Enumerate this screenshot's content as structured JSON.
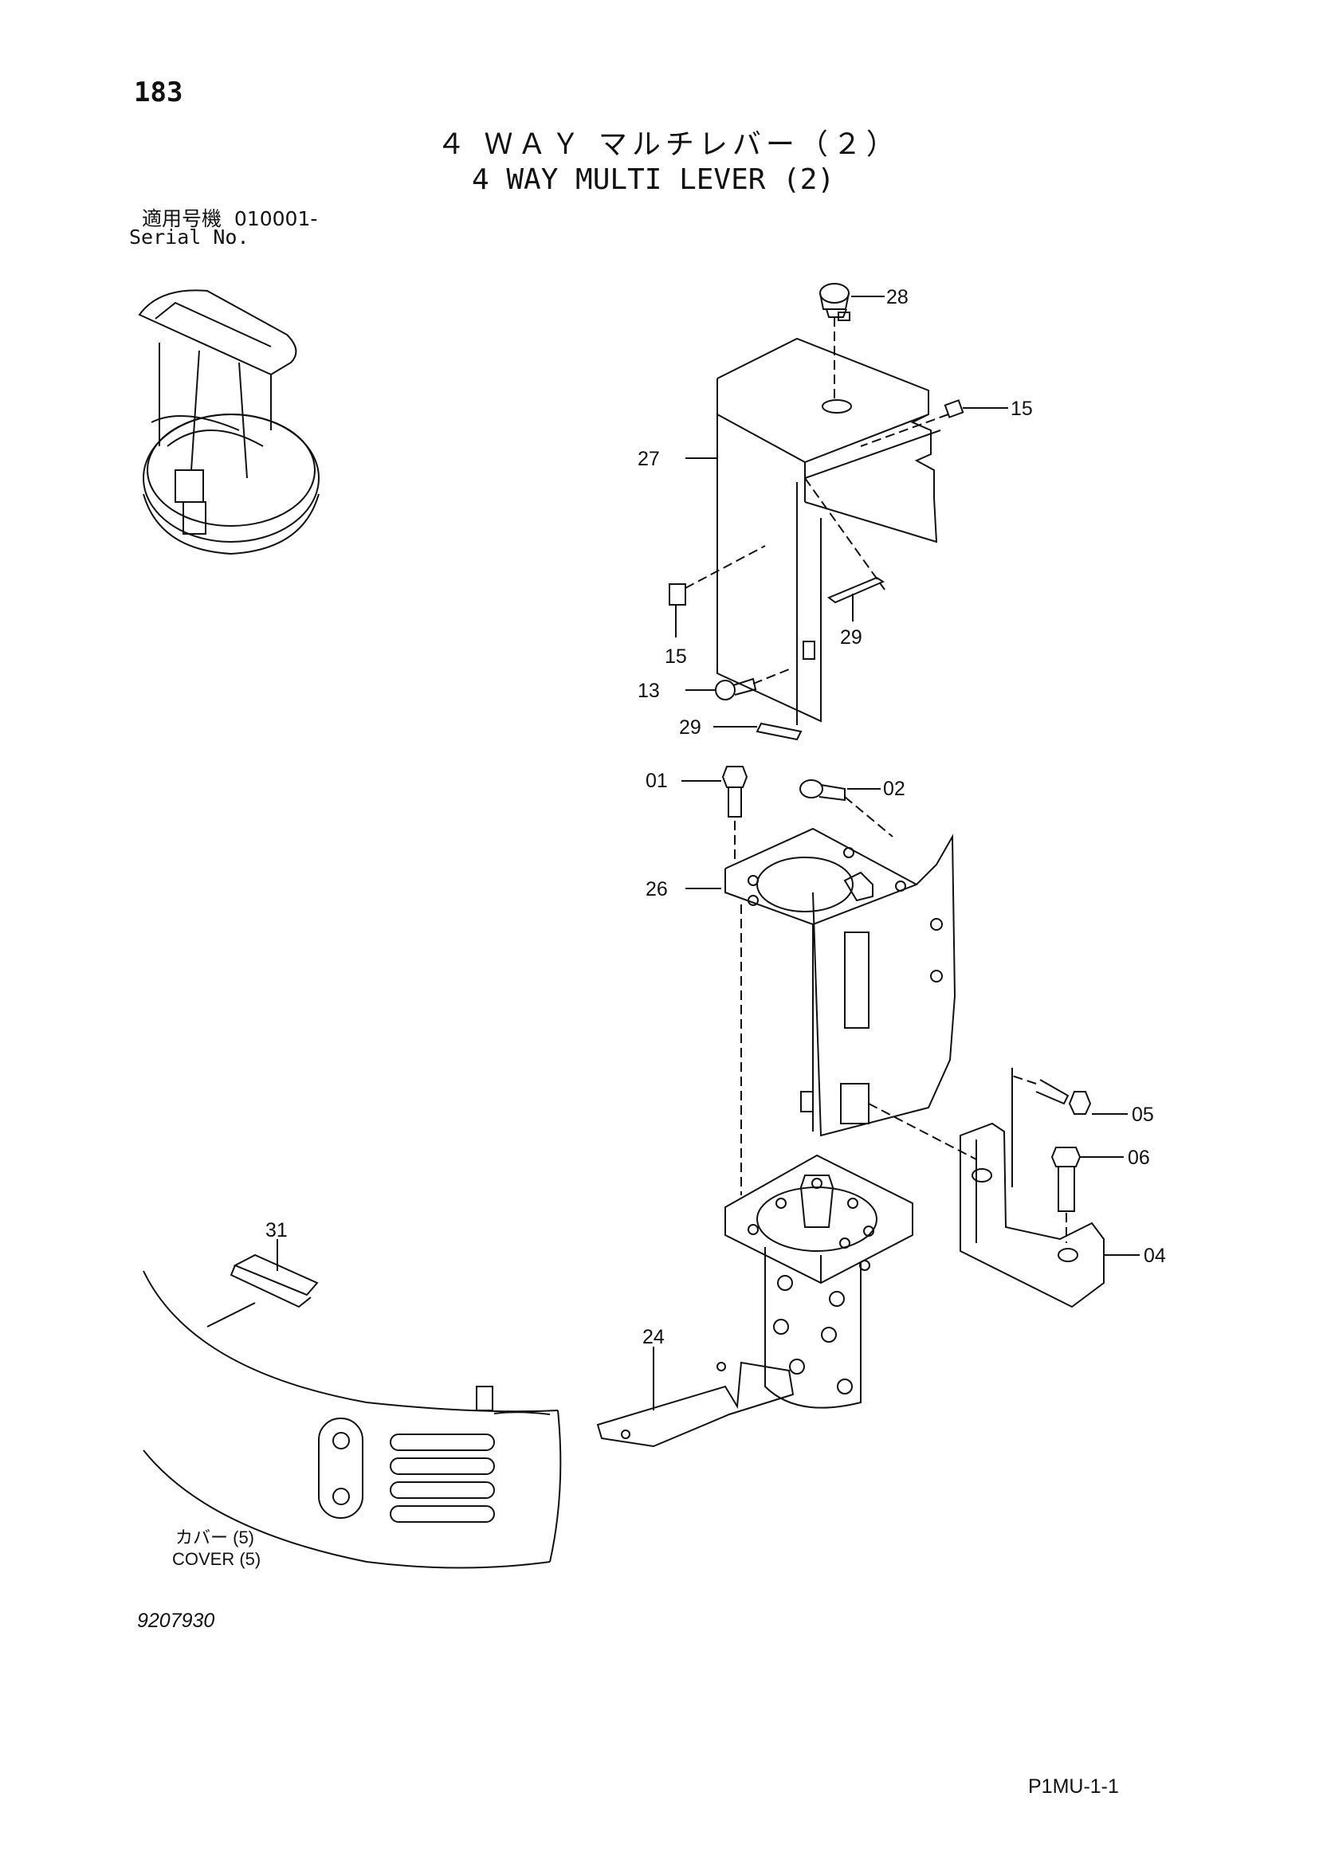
{
  "header": {
    "page_number": "183",
    "title_jp": "４ ＷＡＹ マルチレバー（２）",
    "title_en": "4 WAY MULTI LEVER (2)",
    "serial_label_jp": "適用号機",
    "serial_value": "010001-",
    "serial_label_en": "Serial No."
  },
  "parts": [
    {
      "id": "p28",
      "label": "28"
    },
    {
      "id": "p15a",
      "label": "15"
    },
    {
      "id": "p27",
      "label": "27"
    },
    {
      "id": "p29a",
      "label": "29"
    },
    {
      "id": "p15b",
      "label": "15"
    },
    {
      "id": "p13",
      "label": "13"
    },
    {
      "id": "p29b",
      "label": "29"
    },
    {
      "id": "p01",
      "label": "01"
    },
    {
      "id": "p02",
      "label": "02"
    },
    {
      "id": "p26",
      "label": "26"
    },
    {
      "id": "p05",
      "label": "05"
    },
    {
      "id": "p06",
      "label": "06"
    },
    {
      "id": "p04",
      "label": "04"
    },
    {
      "id": "p31",
      "label": "31"
    },
    {
      "id": "p24",
      "label": "24"
    }
  ],
  "cover": {
    "label_jp": "カバー (5)",
    "label_en": "COVER (5)"
  },
  "footer": {
    "doc_number": "9207930",
    "page_code": "P1MU-1-1"
  }
}
